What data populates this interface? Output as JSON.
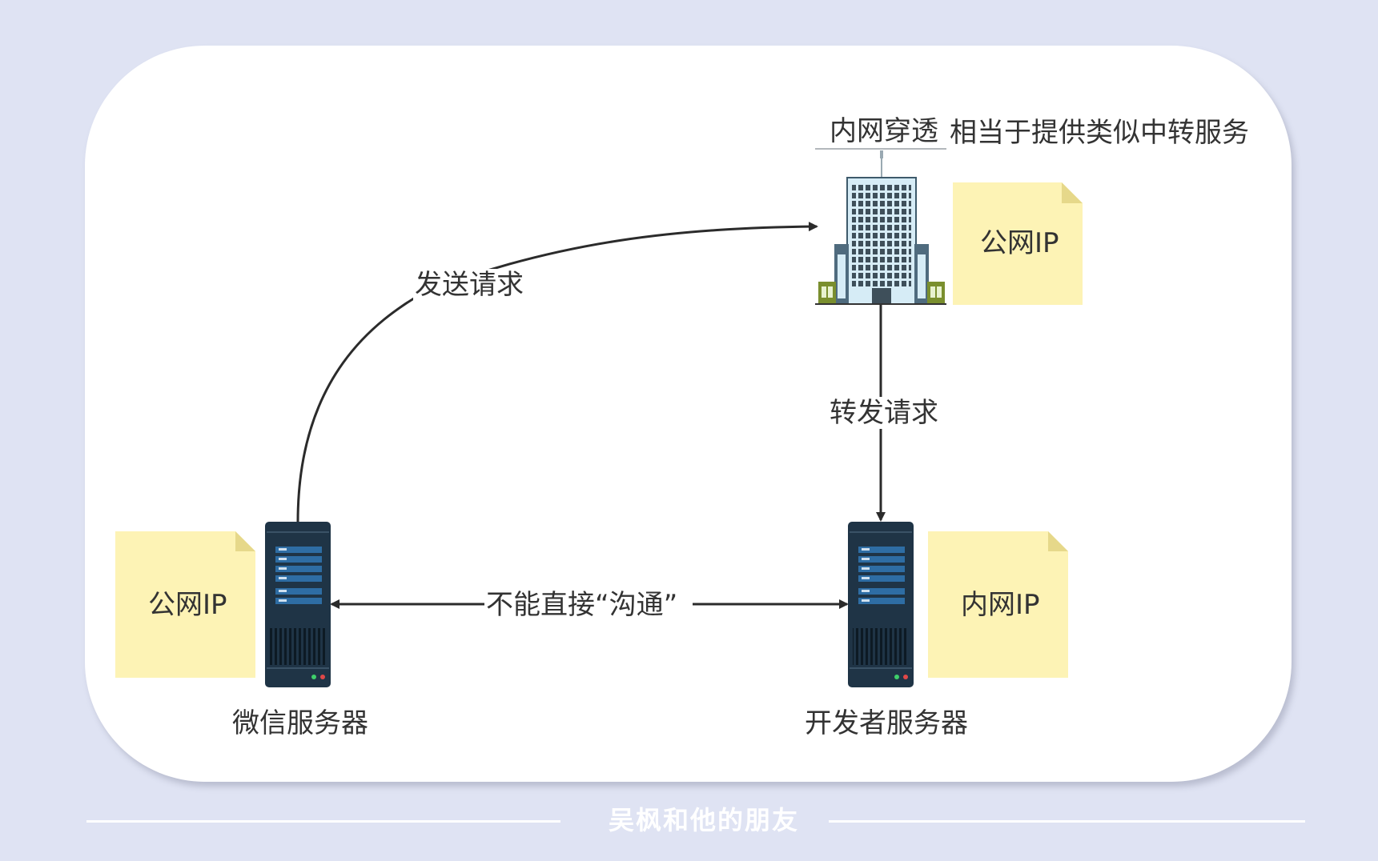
{
  "diagram": {
    "relay_title": "内网穿透",
    "relay_note": "相当于提供类似中转服务",
    "relay_ip": "公网IP",
    "wechat_server_label": "微信服务器",
    "wechat_ip": "公网IP",
    "dev_server_label": "开发者服务器",
    "dev_ip": "内网IP",
    "edge_send": "发送请求",
    "edge_forward": "转发请求",
    "edge_cannot": "不能直接“沟通”"
  },
  "footer": {
    "watermark": "吴枫和他的朋友"
  },
  "colors": {
    "page_bg": "#dfe3f3",
    "card_bg": "#ffffff",
    "note_fill": "#fdf3b5",
    "note_fold": "#e6d88a",
    "server_dark": "#1f3446",
    "server_bar": "#2e6da4",
    "building_glass": "#d6ecf6",
    "text": "#333333"
  }
}
